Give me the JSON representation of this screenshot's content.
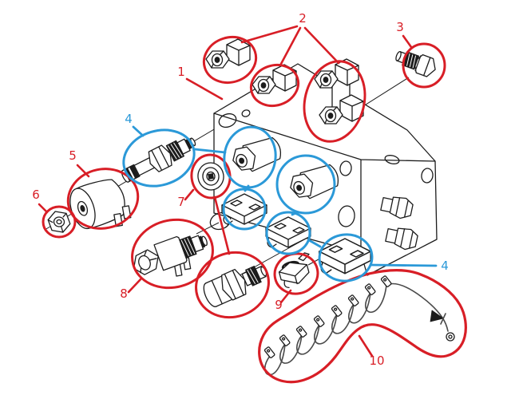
{
  "diagram_type": "exploded-parts-diagram",
  "colors": {
    "callout_red": "#d81e26",
    "callout_blue": "#2b99d8",
    "linework": "#1c1c1c",
    "wire": "#4a4a4a",
    "background": "#ffffff"
  },
  "labels": [
    {
      "text": "1",
      "color": "red",
      "part": "manifold-block"
    },
    {
      "text": "2",
      "color": "red",
      "part": "elbow-fittings"
    },
    {
      "text": "3",
      "color": "red",
      "part": "hex-plug"
    },
    {
      "text": "4",
      "color": "blue",
      "part": "cartridge-valve"
    },
    {
      "text": "5",
      "color": "red",
      "part": "solenoid-coil"
    },
    {
      "text": "6",
      "color": "red",
      "part": "coil-nut"
    },
    {
      "text": "7",
      "color": "red",
      "part": "relief-valve"
    },
    {
      "text": "8",
      "color": "red",
      "part": "solenoid-cartridge-valve"
    },
    {
      "text": "9",
      "color": "red",
      "part": "orifice-plug"
    },
    {
      "text": "10",
      "color": "red",
      "part": "wiring-harness"
    },
    {
      "text": "4",
      "color": "blue",
      "part": "cartridge-valve-installed"
    }
  ]
}
